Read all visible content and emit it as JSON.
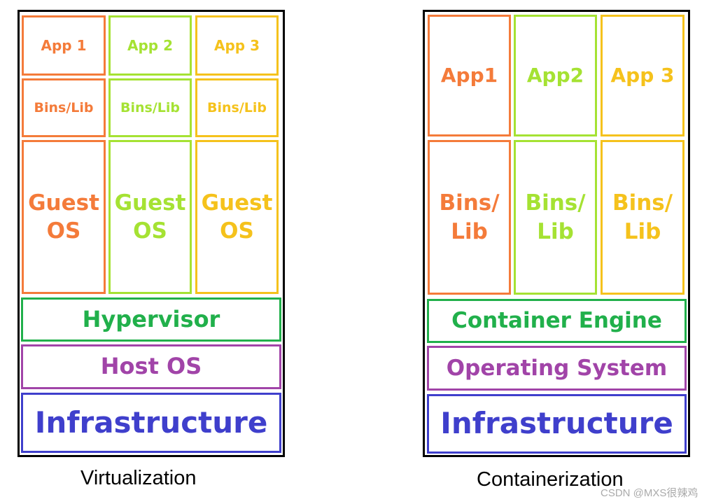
{
  "colors": {
    "app1": "#f47b3a",
    "app2": "#a5e233",
    "app3": "#f5c21c",
    "engine": "#21b04b",
    "os": "#a144a8",
    "infrastructure": "#3f3fcc"
  },
  "virtualization": {
    "caption": "Virtualization",
    "apps": [
      "App 1",
      "App 2",
      "App 3"
    ],
    "bins": [
      "Bins/Lib",
      "Bins/Lib",
      "Bins/Lib"
    ],
    "guest_os": [
      "Guest\nOS",
      "Guest\nOS",
      "Guest\nOS"
    ],
    "hypervisor": "Hypervisor",
    "host_os": "Host OS",
    "infrastructure": "Infrastructure"
  },
  "containerization": {
    "caption": "Containerization",
    "apps": [
      "App1",
      "App2",
      "App 3"
    ],
    "bins": [
      "Bins/\nLib",
      "Bins/\nLib",
      "Bins/\nLib"
    ],
    "container_engine": "Container Engine",
    "operating_system": "Operating System",
    "infrastructure": "Infrastructure"
  },
  "watermark": "CSDN @MXS很辣鸡"
}
